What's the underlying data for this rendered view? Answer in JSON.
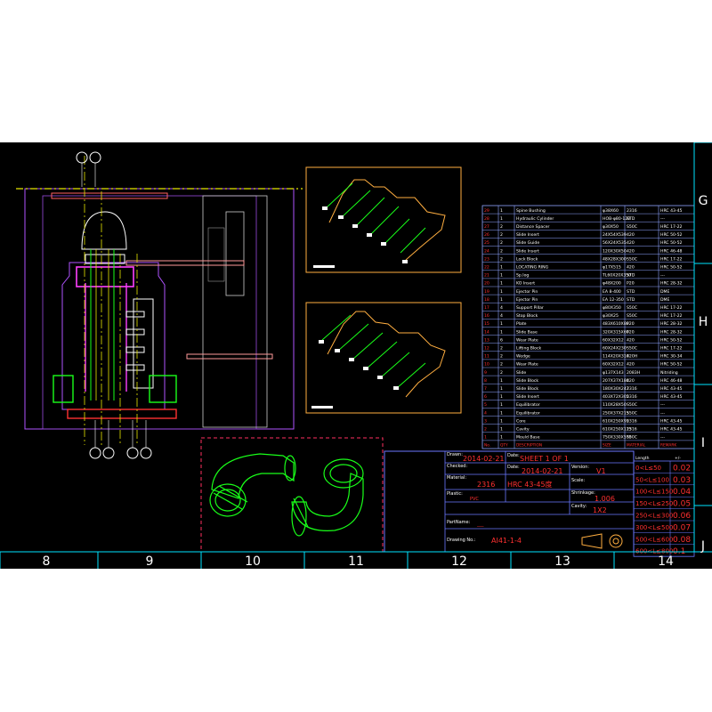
{
  "colors": {
    "background": "#000000",
    "border": "#00e5ff",
    "table_line": "#8fa4ff",
    "title_block_line": "#6b78ff",
    "red_text": "#ff3030",
    "white_text": "#ffffff",
    "gear_green": "#19ff19",
    "mold_purple": "#b054ff",
    "magenta": "#ff40ff",
    "yellow": "#e6e600",
    "orange_frame": "#ffae40"
  },
  "ruler": {
    "columns": [
      "8",
      "9",
      "10",
      "11",
      "12",
      "13",
      "14"
    ],
    "rows": [
      "G",
      "H",
      "I",
      "J"
    ]
  },
  "bom": {
    "rows": [
      {
        "no": "29",
        "qty": "1",
        "name": "Spine Bushing",
        "size": "φ38X60",
        "material": "2316",
        "hardness": "HRC 43-45"
      },
      {
        "no": "28",
        "qty": "1",
        "name": "Hydraulic Cylinder",
        "size": "HOB-φ80-120",
        "material": "STD",
        "hardness": "---"
      },
      {
        "no": "27",
        "qty": "2",
        "name": "Distance Spacer",
        "size": "φ30X50",
        "material": "S50C",
        "hardness": "HRC 17-22"
      },
      {
        "no": "26",
        "qty": "2",
        "name": "Slide Insert",
        "size": "24X54X539",
        "material": "420",
        "hardness": "HRC 50-52"
      },
      {
        "no": "25",
        "qty": "2",
        "name": "Slide Guide",
        "size": "56X24X535",
        "material": "420",
        "hardness": "HRC 50-52"
      },
      {
        "no": "24",
        "qty": "2",
        "name": "Slide Insert",
        "size": "120X30X50",
        "material": "420",
        "hardness": "HRC 46-48"
      },
      {
        "no": "23",
        "qty": "2",
        "name": "Lock Block",
        "size": "48X28X300",
        "material": "S50C",
        "hardness": "HRC 17-22"
      },
      {
        "no": "22",
        "qty": "1",
        "name": "LOCATING RING",
        "size": "φ17X515",
        "material": "420",
        "hardness": "HRC 50-52"
      },
      {
        "no": "21",
        "qty": "1",
        "name": "Sp.log",
        "size": "TL60X20X350",
        "material": "STD",
        "hardness": "---"
      },
      {
        "no": "20",
        "qty": "1",
        "name": "KO Insert",
        "size": "φ48X200",
        "material": "P20",
        "hardness": "HRC 28-32"
      },
      {
        "no": "19",
        "qty": "1",
        "name": "Ejector Pin",
        "size": "EA 8-400",
        "material": "STD",
        "hardness": "DME"
      },
      {
        "no": "18",
        "qty": "1",
        "name": "Ejector Pin",
        "size": "EA 12-350",
        "material": "STD",
        "hardness": "DME"
      },
      {
        "no": "17",
        "qty": "4",
        "name": "Support Pillar",
        "size": "φ80X350",
        "material": "S50C",
        "hardness": "HRC 17-22"
      },
      {
        "no": "16",
        "qty": "4",
        "name": "Stop Block",
        "size": "φ30X25",
        "material": "S50C",
        "hardness": "HRC 17-22"
      },
      {
        "no": "15",
        "qty": "1",
        "name": "Plate",
        "size": "483X610X80",
        "material": "P20",
        "hardness": "HRC 28-32"
      },
      {
        "no": "14",
        "qty": "1",
        "name": "Slide Base",
        "size": "320X315X69",
        "material": "P20",
        "hardness": "HRC 28-32"
      },
      {
        "no": "13",
        "qty": "6",
        "name": "Wear Plate",
        "size": "60X32X12",
        "material": "420",
        "hardness": "HRC 50-52"
      },
      {
        "no": "12",
        "qty": "2",
        "name": "Lifting Block",
        "size": "60X24X230",
        "material": "S50C",
        "hardness": "HRC 17-22"
      },
      {
        "no": "11",
        "qty": "2",
        "name": "Wedge",
        "size": "114X20X310",
        "material": "420H",
        "hardness": "HRC 30-34"
      },
      {
        "no": "10",
        "qty": "2",
        "name": "Wear Plate",
        "size": "60X32X12",
        "material": "420",
        "hardness": "HRC 50-52"
      },
      {
        "no": "9",
        "qty": "2",
        "name": "Slide",
        "size": "φ137X143",
        "material": "2083H",
        "hardness": "Nitriding"
      },
      {
        "no": "8",
        "qty": "1",
        "name": "Slide Block",
        "size": "207X37X180",
        "material": "420",
        "hardness": "HRC 46-48"
      },
      {
        "no": "7",
        "qty": "1",
        "name": "Slide Block",
        "size": "180X30X247",
        "material": "2316",
        "hardness": "HRC 43-45"
      },
      {
        "no": "6",
        "qty": "1",
        "name": "Slide Insert",
        "size": "403X72X305",
        "material": "2316",
        "hardness": "HRC 43-45"
      },
      {
        "no": "5",
        "qty": "1",
        "name": "Equilibrator",
        "size": "110X28X50",
        "material": "S50C",
        "hardness": "---"
      },
      {
        "no": "4",
        "qty": "1",
        "name": "Equilibrator",
        "size": "250X37X215",
        "material": "S50C",
        "hardness": "---"
      },
      {
        "no": "3",
        "qty": "1",
        "name": "Core",
        "size": "610X250X95",
        "material": "2316",
        "hardness": "HRC 43-45"
      },
      {
        "no": "2",
        "qty": "1",
        "name": "Cavity",
        "size": "610X250X115",
        "material": "2316",
        "hardness": "HRC 43-45"
      },
      {
        "no": "1",
        "qty": "1",
        "name": "Mould Base",
        "size": "750X330X570",
        "material": "S50C",
        "hardness": "---"
      }
    ],
    "header": {
      "no": "No.",
      "qty": "QTY",
      "name": "DESCRIPTION",
      "size": "SIZE",
      "material": "MATERIAL",
      "hardness": "REMARK"
    }
  },
  "title_block": {
    "drawn_label": "Drawn:",
    "drawn_date": "2014-02-21",
    "checked_label": "Checked:",
    "checked_date": "2014-02-21",
    "date_label": "Date:",
    "sheet": "SHEET 1 OF 1",
    "version_label": "Version:",
    "version": "V1",
    "material_label": "Material:",
    "material": "2316",
    "hardness": "HRC 43-45度",
    "scale_label": "Scale:",
    "plastic_label": "Plastic:",
    "plastic": "PVC",
    "shrinkage_label": "Shrinkage:",
    "shrinkage": "1.006",
    "cavity_label": "Cavity:",
    "cavity": "1X2",
    "partname_label": "PartName:",
    "partname": "___",
    "drawing_label": "Drawing No.:",
    "drawing_no": "AI41-1-4"
  },
  "tolerance": {
    "header_left": "Length",
    "header_right": "+/-",
    "rows": [
      {
        "range": "0<L≤50",
        "tol": "0.02"
      },
      {
        "range": "50<L≤100",
        "tol": "0.03"
      },
      {
        "range": "100<L≤150",
        "tol": "0.04"
      },
      {
        "range": "150<L≤250",
        "tol": "0.05"
      },
      {
        "range": "250<L≤300",
        "tol": "0.06"
      },
      {
        "range": "300<L≤500",
        "tol": "0.07"
      },
      {
        "range": "500<L≤600",
        "tol": "0.08"
      },
      {
        "range": "600<L≤800",
        "tol": "0.1"
      }
    ]
  }
}
